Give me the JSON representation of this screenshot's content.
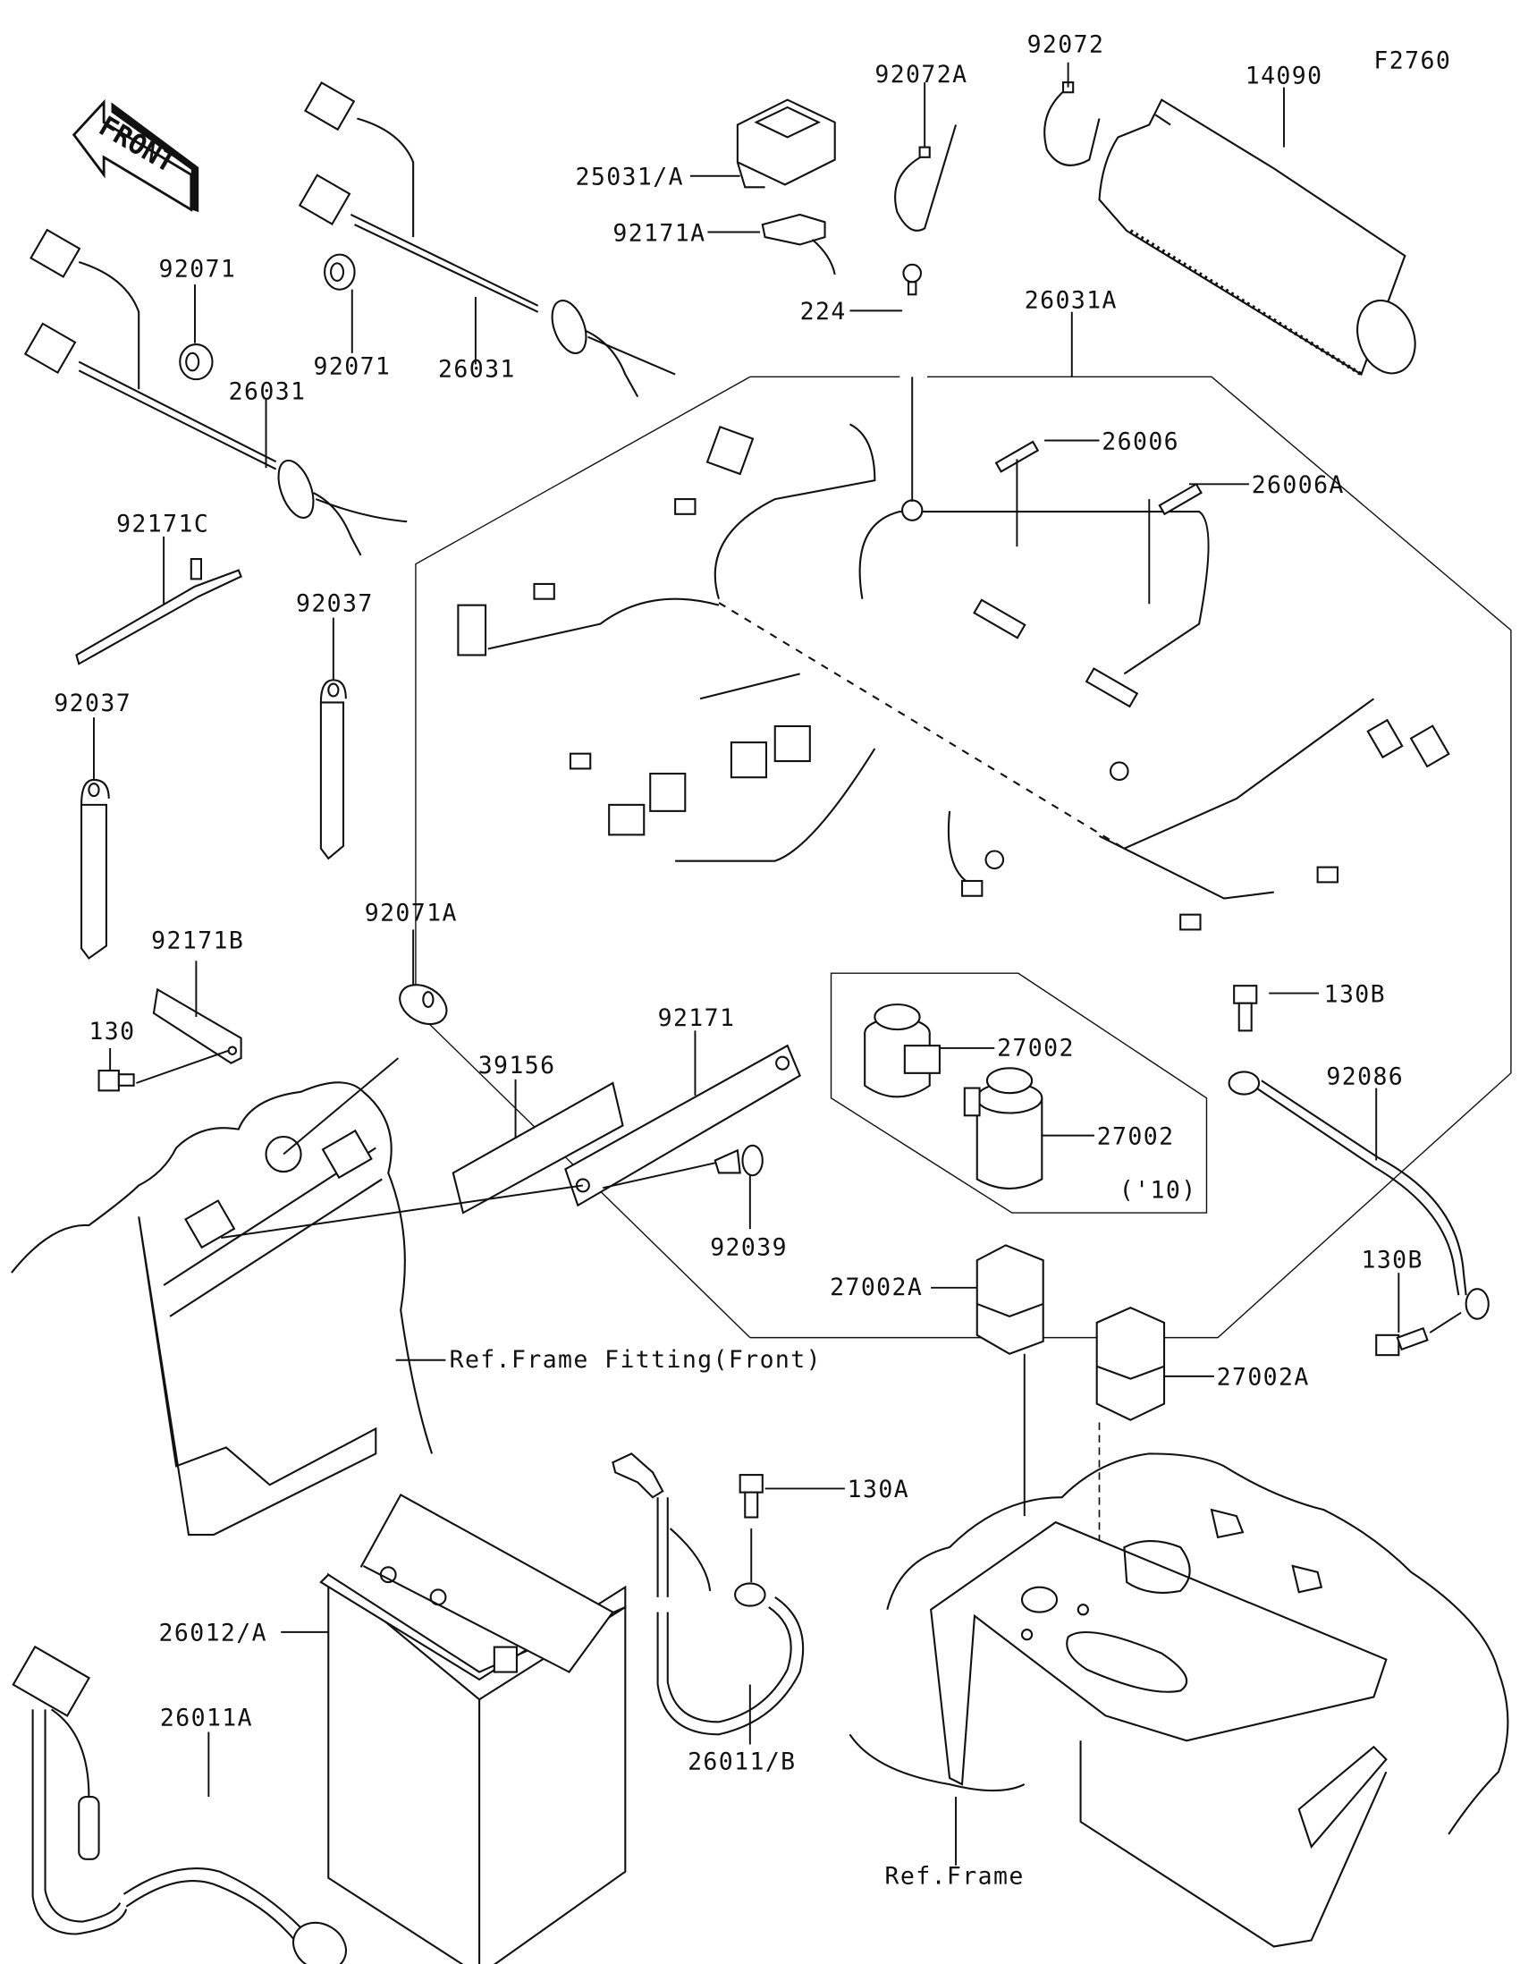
{
  "diagram": {
    "figure_code": "F2760",
    "front_indicator": "FRONT",
    "labels": {
      "p92072A": "92072A",
      "p92072": "92072",
      "p14090": "14090",
      "p25031A": "25031/A",
      "p92171A": "92171A",
      "p224": "224",
      "p26031A": "26031A",
      "p92071_left": "92071",
      "p92071_mid": "92071",
      "p26031_upper": "26031",
      "p26031_lower": "26031",
      "p26006": "26006",
      "p26006A": "26006A",
      "p92171C": "92171C",
      "p92037_right": "92037",
      "p92037_left": "92037",
      "p92071A": "92071A",
      "p92171B": "92171B",
      "p130": "130",
      "p39156": "39156",
      "p92171": "92171",
      "p92039": "92039",
      "p27002_upper": "27002",
      "p27002_lower": "27002",
      "model_year_note": "('10)",
      "p130B_upper": "130B",
      "p92086": "92086",
      "p130B_lower": "130B",
      "p27002A_left": "27002A",
      "p27002A_right": "27002A",
      "ref_frame_fitting_front": "Ref.Frame Fitting(Front)",
      "p130A": "130A",
      "p26012A": "26012/A",
      "p26011A": "26011A",
      "p26011B": "26011/B",
      "ref_frame": "Ref.Frame"
    }
  }
}
